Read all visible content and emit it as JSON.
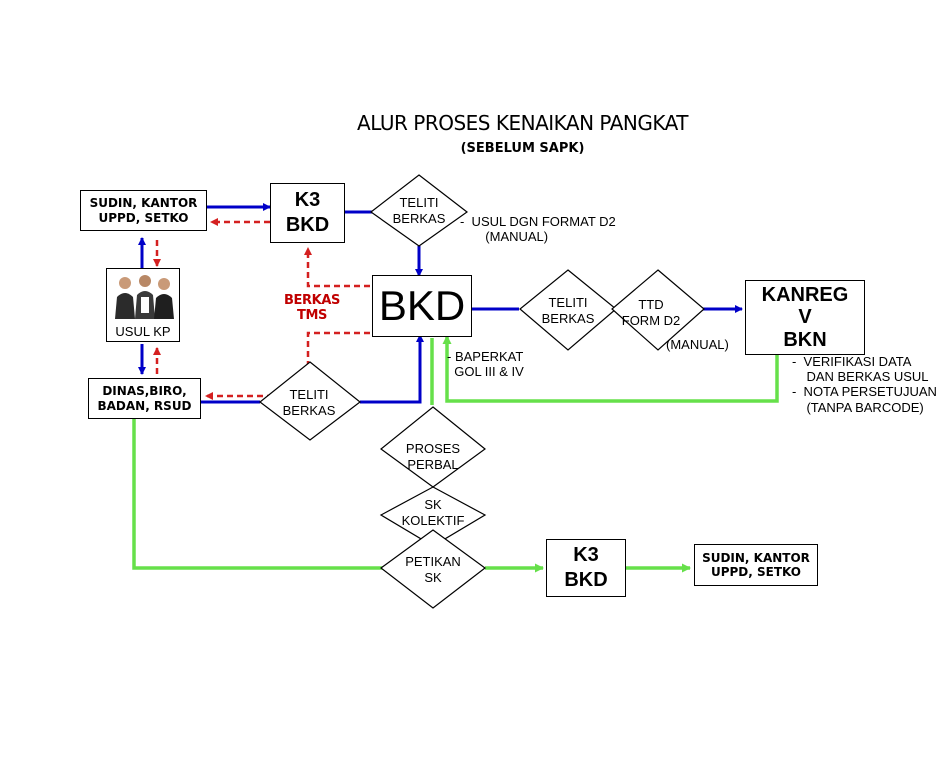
{
  "title": "ALUR PROSES KENAIKAN PANGKAT",
  "subtitle": "(SEBELUM SAPK)",
  "nodes": {
    "sudin_top": "SUDIN, KANTOR\nUPPD, SETKO",
    "k3_bkd_top": "K3\nBKD",
    "teliti_top": "TELITI\nBERKAS",
    "usul_note": "-  USUL DGN FORMAT D2\n       (MANUAL)",
    "usul_kp": "USUL KP",
    "berkas_tms": "BERKAS\nTMS",
    "bkd_main": "BKD",
    "teliti_right": "TELITI\nBERKAS",
    "ttd_form": "TTD\nFORM D2",
    "manual": "(MANUAL)",
    "kanreg": "KANREG\nV\nBKN",
    "verif_note": "-  VERIFIKASI DATA\n    DAN BERKAS USUL\n-  NOTA PERSETUJUAN\n    (TANPA BARCODE)",
    "baperkat_note": "- BAPERKAT\n  GOL III & IV",
    "dinas": "DINAS,BIRO,\nBADAN, RSUD",
    "teliti_left": "TELITI\nBERKAS",
    "proses_perbal": "PROSES\nPERBAL",
    "sk_kolektif": "SK\nKOLEKTIF",
    "petikan_sk": "PETIKAN\nSK",
    "k3_bkd_bottom": "K3\nBKD",
    "sudin_bottom": "SUDIN, KANTOR\nUPPD, SETKO"
  },
  "colors": {
    "blue": "#0000c8",
    "red": "#d42020",
    "green": "#66e04a",
    "berkas_tms_text": "#c00000"
  }
}
